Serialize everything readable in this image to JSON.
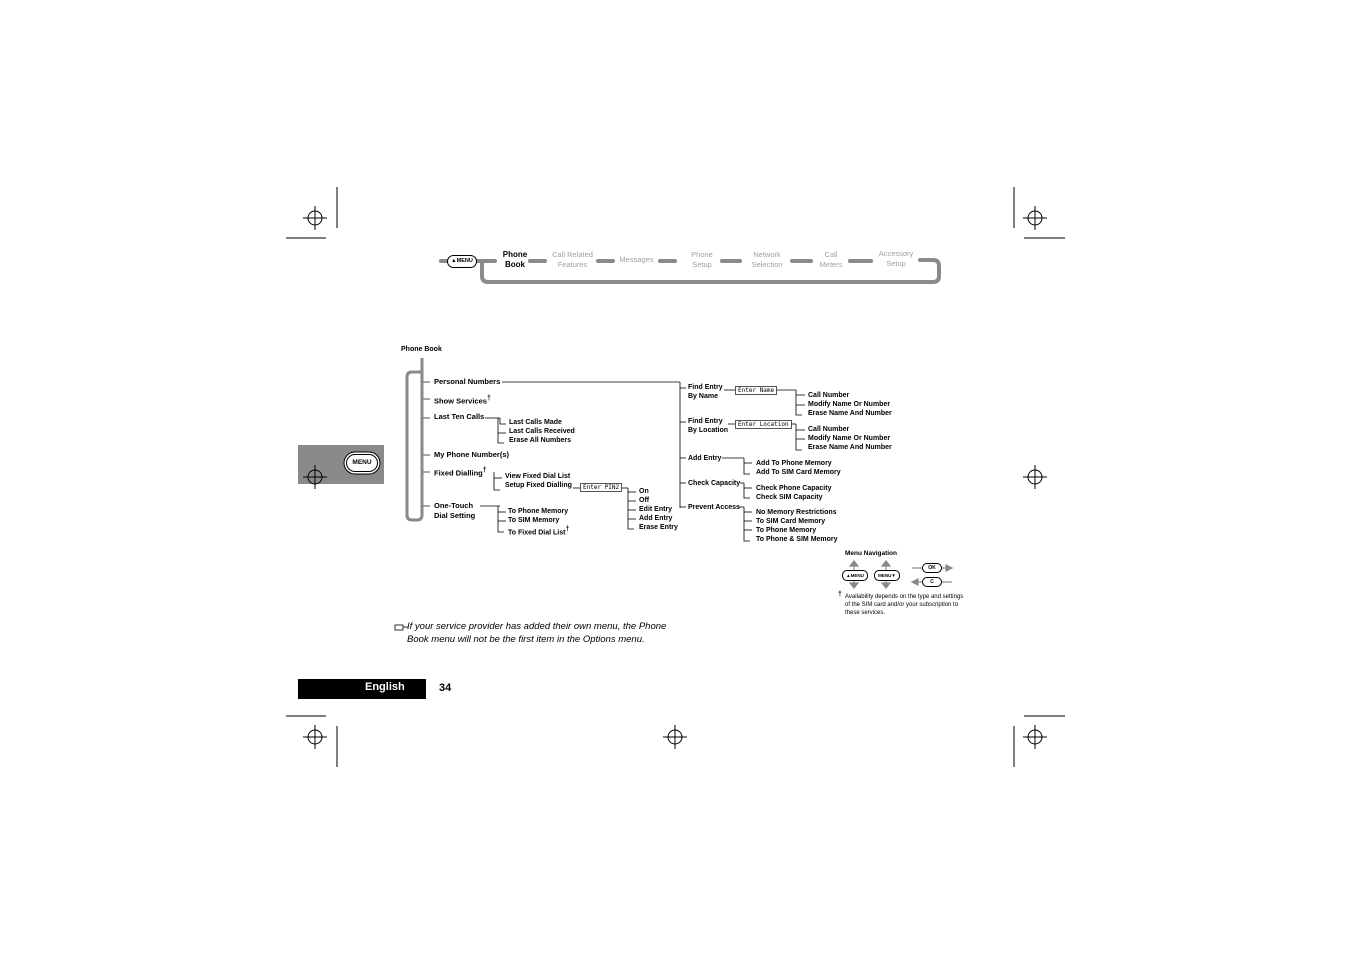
{
  "nav": {
    "menu_button": "▲MENU",
    "items": [
      "Phone Book",
      "Call Related Features",
      "Messages",
      "Phone Setup",
      "Network Selection",
      "Call Meters",
      "Accessory Setup"
    ]
  },
  "side_tab": {
    "menu_key": "MENU"
  },
  "tree": {
    "root": "Phone Book",
    "level1": [
      "Personal Numbers",
      "Show Services",
      "Last Ten Calls",
      "My Phone Number(s)",
      "Fixed Dialling",
      "One-Touch Dial Setting"
    ],
    "last_ten_calls": [
      "Last Calls Made",
      "Last Calls Received",
      "Erase All Numbers"
    ],
    "fixed_dialling": [
      "View Fixed Dial List",
      "Setup Fixed Dialling"
    ],
    "fixed_dialling_options": [
      "On",
      "Off",
      "Edit Entry",
      "Add Entry",
      "Erase Entry"
    ],
    "one_touch": [
      "To Phone Memory",
      "To SIM Memory",
      "To Fixed Dial List"
    ],
    "personal_numbers": [
      "Find Entry By Name",
      "Find Entry By Location",
      "Add Entry",
      "Check Capacity",
      "Prevent Access"
    ],
    "find_by_name": [
      "Call Number",
      "Modify Name Or Number",
      "Erase Name And Number"
    ],
    "find_by_location": [
      "Call Number",
      "Modify Name Or Number",
      "Erase Name And Number"
    ],
    "add_entry": [
      "Add To Phone Memory",
      "Add To SIM Card Memory"
    ],
    "check_capacity": [
      "Check Phone Capacity",
      "Check SIM Capacity"
    ],
    "prevent_access": [
      "No Memory Restrictions",
      "To SIM Card Memory",
      "To Phone Memory",
      "To Phone & SIM Memory"
    ],
    "lcd_enter_pin2": "Enter PIN2",
    "lcd_enter_name": "Enter Name",
    "lcd_enter_location": "Enter Location",
    "dagger": "†"
  },
  "legend": {
    "title": "Menu Navigation",
    "keys": [
      "▲MENU",
      "MENU▼",
      "OK",
      "C"
    ],
    "footnote_mark": "†",
    "footnote": [
      "Availability depends on the type and settings",
      "of the SIM card and/or your subscription to",
      "these services."
    ]
  },
  "note": [
    "If your service provider has added their own menu, the Phone",
    "Book menu will not be the first item in the Options menu."
  ],
  "footer": {
    "language": "English",
    "page": "34"
  }
}
